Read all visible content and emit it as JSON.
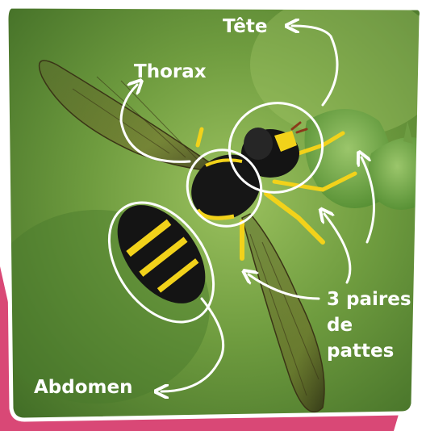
{
  "labels": {
    "head": "Tête",
    "thorax": "Thorax",
    "abdomen": "Abdomen",
    "legs_line1": "3 paires",
    "legs_line2": "de",
    "legs_line3": "pattes"
  },
  "colors": {
    "frame_accent": "#d94876",
    "frame_border": "#ffffff",
    "background_green": "#7aa84a",
    "insect_black": "#141414",
    "insect_yellow": "#f2d21a",
    "annotation_white": "#ffffff"
  },
  "icons": [
    "arrow-icon",
    "circle-outline"
  ]
}
